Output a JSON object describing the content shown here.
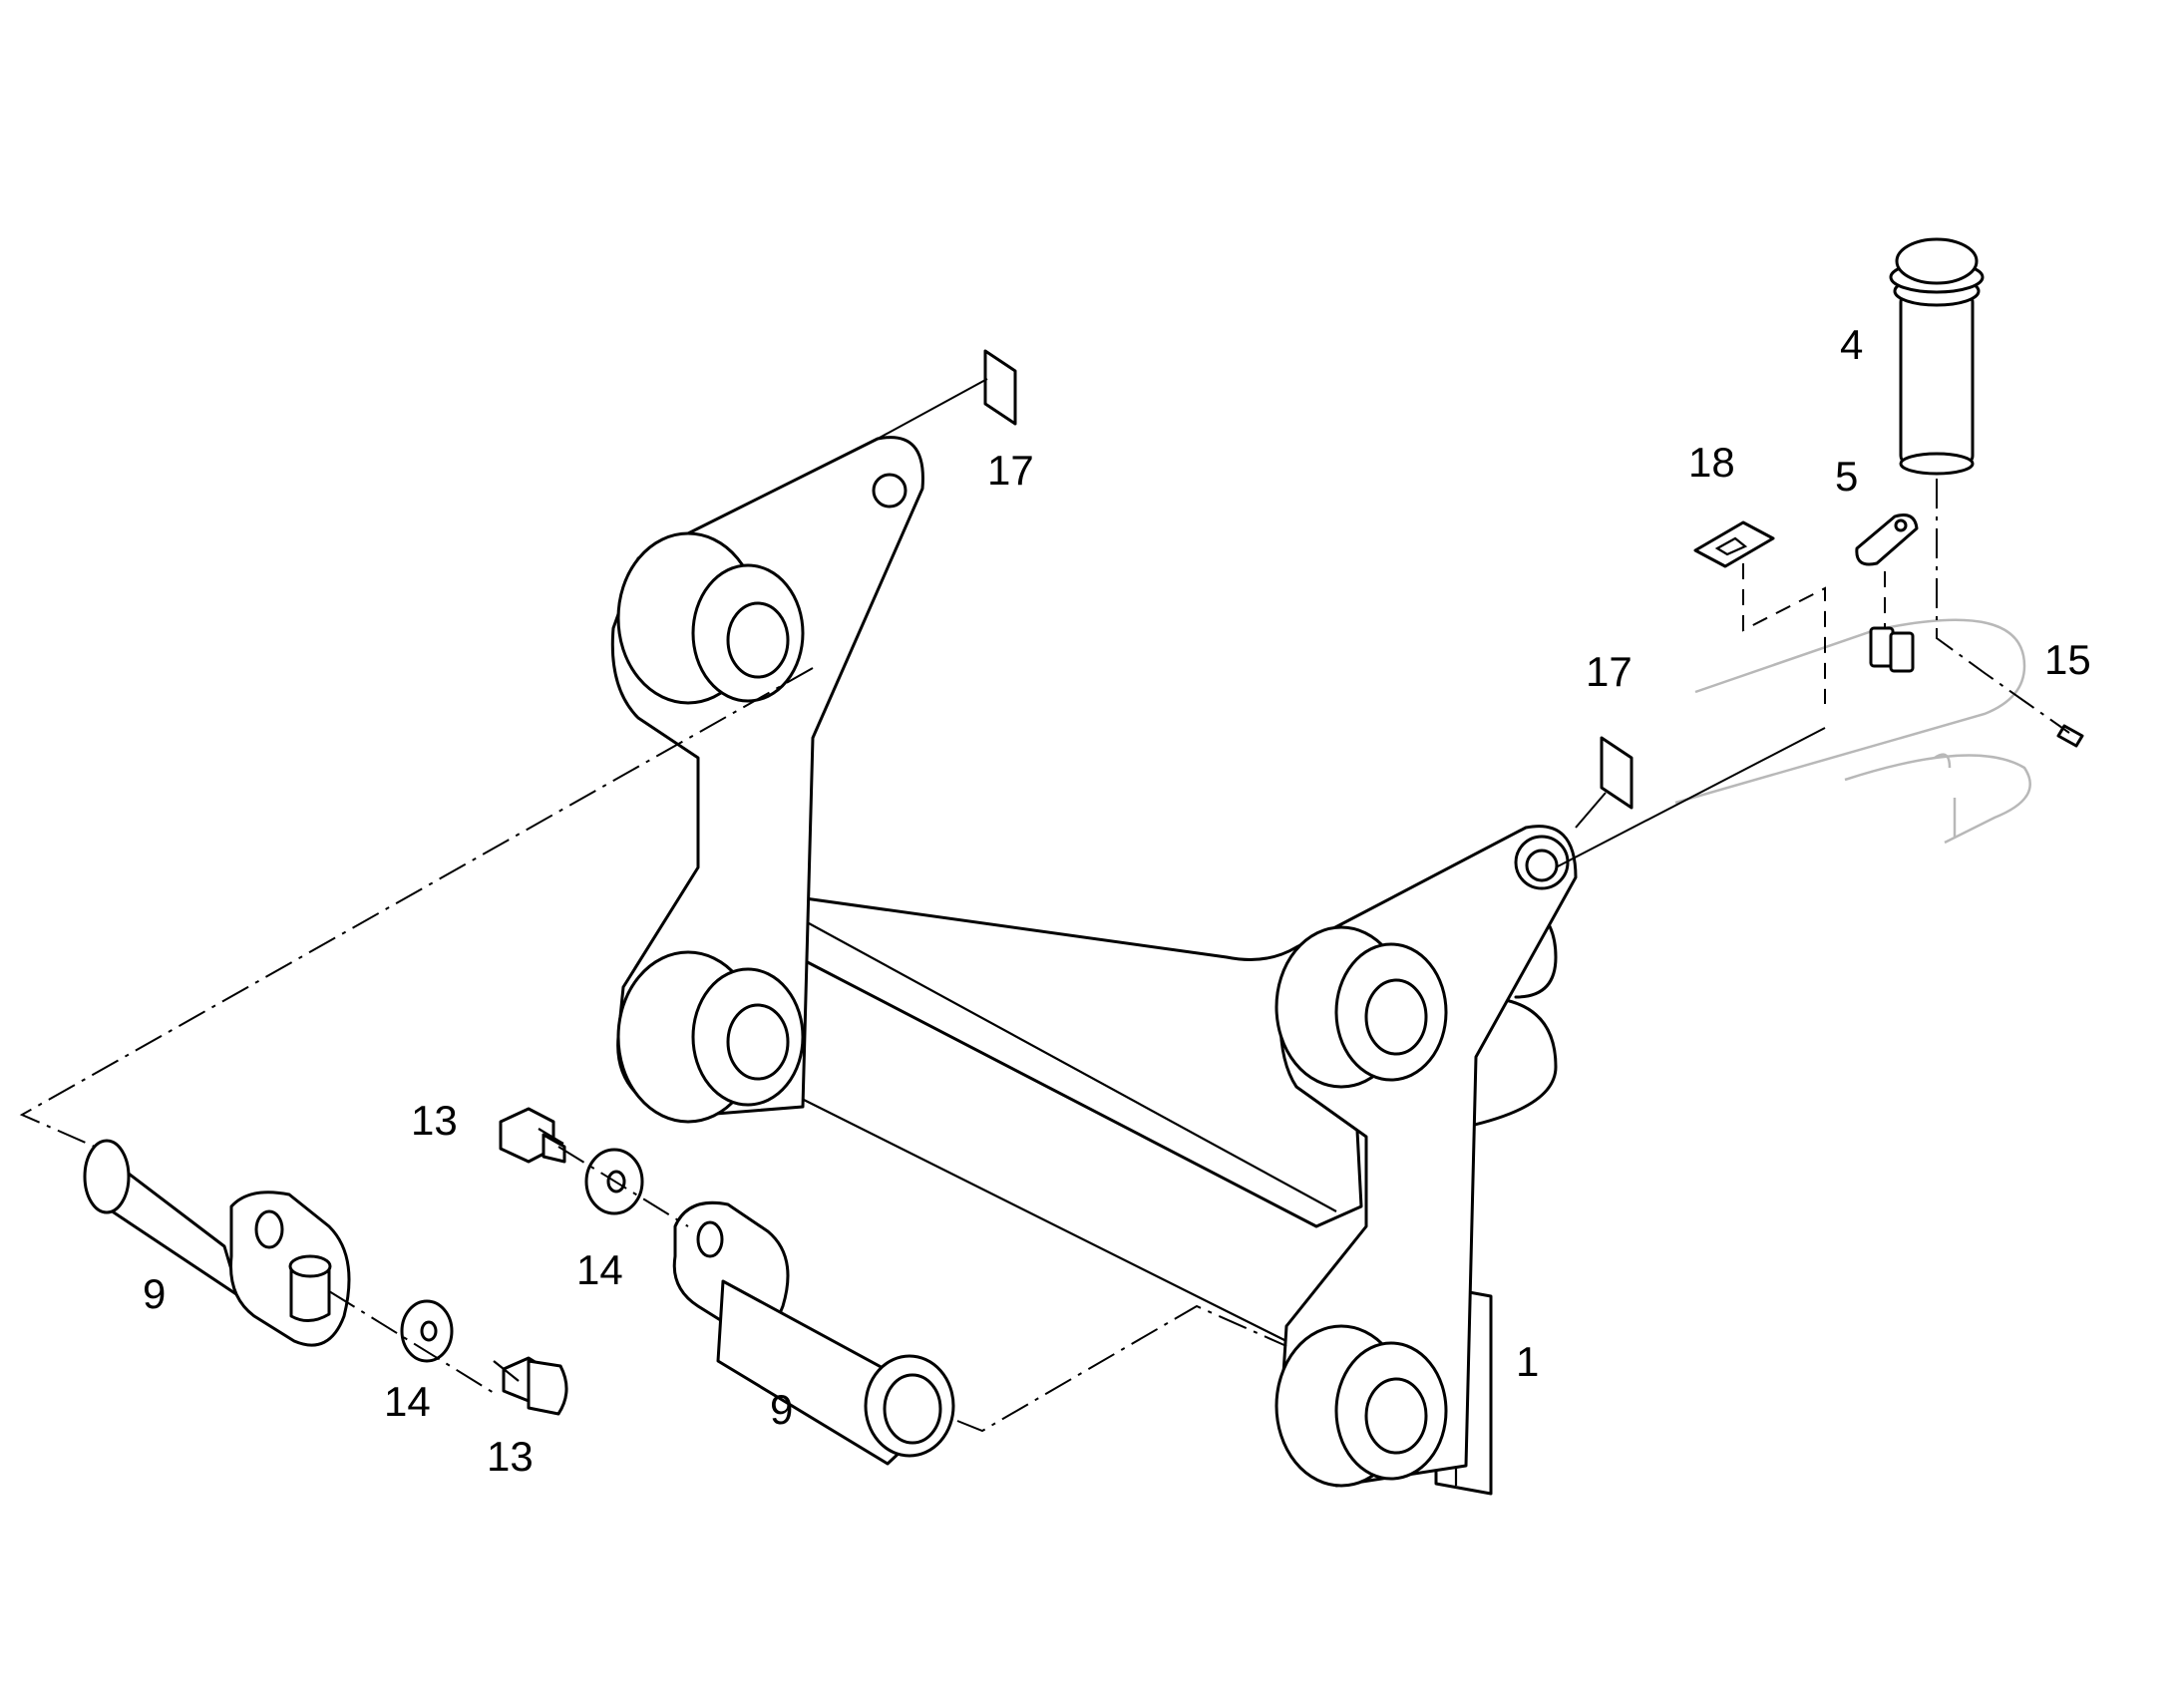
{
  "callouts": [
    {
      "id": "1",
      "label": "1"
    },
    {
      "id": "4",
      "label": "4"
    },
    {
      "id": "5",
      "label": "5"
    },
    {
      "id": "9a",
      "label": "9"
    },
    {
      "id": "9b",
      "label": "9"
    },
    {
      "id": "13a",
      "label": "13"
    },
    {
      "id": "13b",
      "label": "13"
    },
    {
      "id": "14a",
      "label": "14"
    },
    {
      "id": "14b",
      "label": "14"
    },
    {
      "id": "15",
      "label": "15"
    },
    {
      "id": "17a",
      "label": "17"
    },
    {
      "id": "17b",
      "label": "17"
    },
    {
      "id": "18",
      "label": "18"
    }
  ]
}
